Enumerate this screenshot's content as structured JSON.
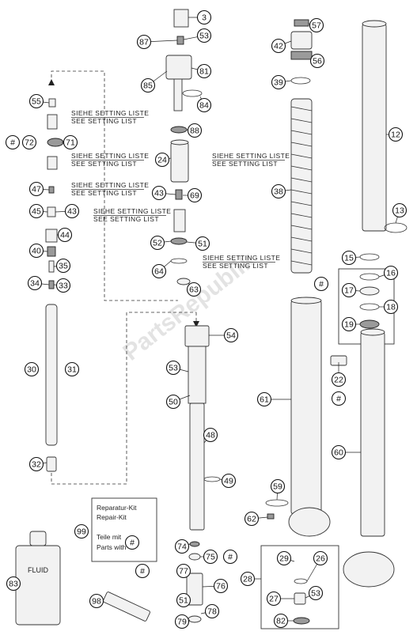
{
  "callouts": [
    {
      "id": "3",
      "label": "3"
    },
    {
      "id": "87",
      "label": "87"
    },
    {
      "id": "53a",
      "label": "53"
    },
    {
      "id": "81",
      "label": "81"
    },
    {
      "id": "85",
      "label": "85"
    },
    {
      "id": "84",
      "label": "84"
    },
    {
      "id": "88",
      "label": "88"
    },
    {
      "id": "24",
      "label": "24"
    },
    {
      "id": "43a",
      "label": "43"
    },
    {
      "id": "69",
      "label": "69"
    },
    {
      "id": "52",
      "label": "52"
    },
    {
      "id": "51a",
      "label": "51"
    },
    {
      "id": "64",
      "label": "64"
    },
    {
      "id": "63",
      "label": "63"
    },
    {
      "id": "55",
      "label": "55"
    },
    {
      "id": "72",
      "label": "72"
    },
    {
      "id": "71",
      "label": "71"
    },
    {
      "id": "47",
      "label": "47"
    },
    {
      "id": "45",
      "label": "45"
    },
    {
      "id": "43b",
      "label": "43"
    },
    {
      "id": "44",
      "label": "44"
    },
    {
      "id": "40",
      "label": "40"
    },
    {
      "id": "35",
      "label": "35"
    },
    {
      "id": "34",
      "label": "34"
    },
    {
      "id": "33",
      "label": "33"
    },
    {
      "id": "30",
      "label": "30"
    },
    {
      "id": "31",
      "label": "31"
    },
    {
      "id": "32",
      "label": "32"
    },
    {
      "id": "57",
      "label": "57"
    },
    {
      "id": "42",
      "label": "42"
    },
    {
      "id": "56",
      "label": "56"
    },
    {
      "id": "39",
      "label": "39"
    },
    {
      "id": "38",
      "label": "38"
    },
    {
      "id": "12",
      "label": "12"
    },
    {
      "id": "13",
      "label": "13"
    },
    {
      "id": "15",
      "label": "15"
    },
    {
      "id": "16",
      "label": "16"
    },
    {
      "id": "17",
      "label": "17"
    },
    {
      "id": "18",
      "label": "18"
    },
    {
      "id": "19",
      "label": "19"
    },
    {
      "id": "54",
      "label": "54"
    },
    {
      "id": "53b",
      "label": "53"
    },
    {
      "id": "50",
      "label": "50"
    },
    {
      "id": "48",
      "label": "48"
    },
    {
      "id": "49",
      "label": "49"
    },
    {
      "id": "61",
      "label": "61"
    },
    {
      "id": "22",
      "label": "22"
    },
    {
      "id": "60",
      "label": "60"
    },
    {
      "id": "59",
      "label": "59"
    },
    {
      "id": "62",
      "label": "62"
    },
    {
      "id": "99",
      "label": "99"
    },
    {
      "id": "74",
      "label": "74"
    },
    {
      "id": "75",
      "label": "75"
    },
    {
      "id": "77",
      "label": "77"
    },
    {
      "id": "76",
      "label": "76"
    },
    {
      "id": "51b",
      "label": "51"
    },
    {
      "id": "79",
      "label": "79"
    },
    {
      "id": "78",
      "label": "78"
    },
    {
      "id": "98",
      "label": "98"
    },
    {
      "id": "83",
      "label": "83"
    },
    {
      "id": "28",
      "label": "28"
    },
    {
      "id": "29",
      "label": "29"
    },
    {
      "id": "26",
      "label": "26"
    },
    {
      "id": "27",
      "label": "27"
    },
    {
      "id": "53c",
      "label": "53"
    },
    {
      "id": "82",
      "label": "82"
    },
    {
      "id": "h1",
      "label": "#"
    },
    {
      "id": "h2",
      "label": "#"
    },
    {
      "id": "h3",
      "label": "#"
    },
    {
      "id": "h4",
      "label": "#"
    },
    {
      "id": "h5",
      "label": "#"
    },
    {
      "id": "h6",
      "label": "#"
    }
  ],
  "notes": {
    "setting_de": "SIEHE SETTING LISTE",
    "setting_en": "SEE SETTING LIST"
  },
  "repair_kit": {
    "line1": "Reparatur-Kit",
    "line2": "Repair-Kit",
    "line3": "Teile mit",
    "line4": "Parts with"
  },
  "fluid_label": "FLUID",
  "watermark": "PartsRepublik"
}
